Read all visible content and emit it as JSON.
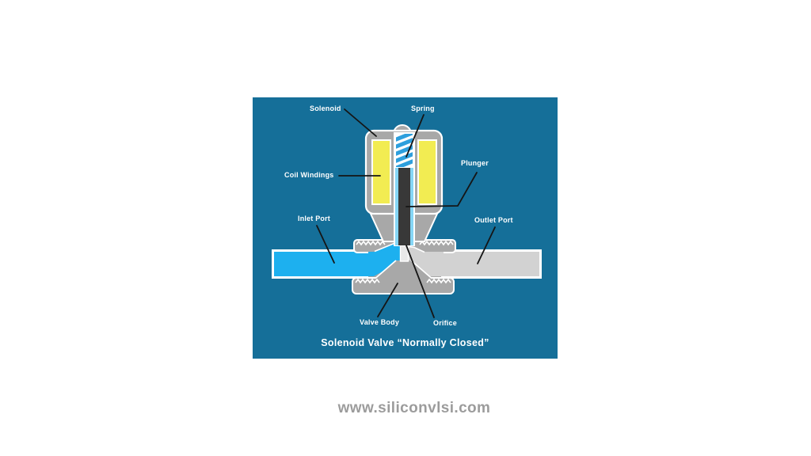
{
  "diagram": {
    "title": "Solenoid Valve  “Normally Closed”",
    "labels": {
      "solenoid": "Solenoid",
      "spring": "Spring",
      "coil_windings": "Coil Windings",
      "plunger": "Plunger",
      "inlet_port": "Inlet Port",
      "outlet_port": "Outlet Port",
      "valve_body": "Valve Body",
      "orifice": "Orifice"
    },
    "colors": {
      "panel_bg": "#156f99",
      "metal_gray": "#a8a8a8",
      "pipe_gray": "#d2d2d2",
      "coil_yellow": "#f2ec52",
      "fluid_blue": "#1db0ef",
      "spring_blue": "#2d9fdd",
      "channel_blue": "#85d6f6",
      "plunger_dark": "#383838",
      "outline_white": "#ffffff",
      "leader_line": "#151515",
      "label_text": "#ffffff",
      "watermark_gray": "#9c9c9c"
    }
  },
  "footer": {
    "website": "www.siliconvlsi.com"
  }
}
